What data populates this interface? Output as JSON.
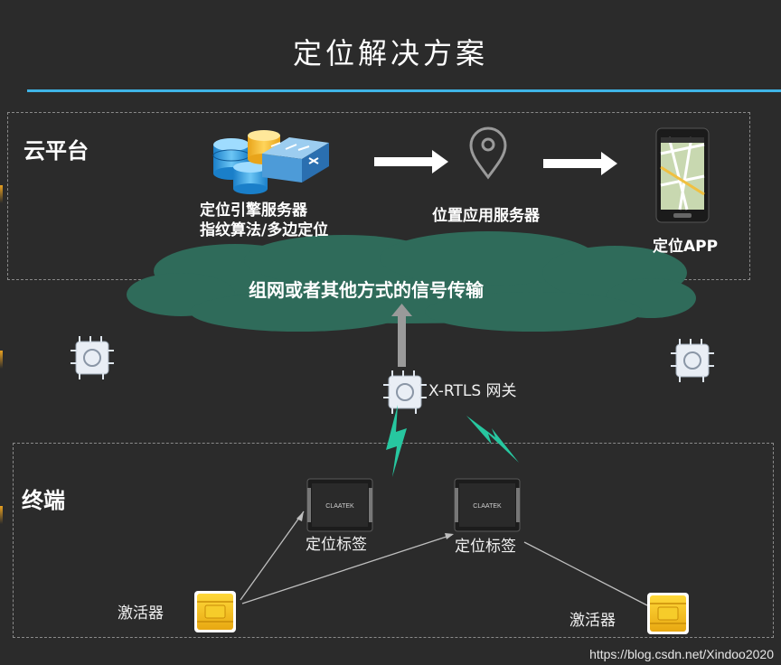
{
  "title": "定位解决方案",
  "cloud_section": {
    "label": "云平台",
    "engine_server": {
      "line1": "定位引擎服务器",
      "line2": "指纹算法/多边定位"
    },
    "app_server": "位置应用服务器",
    "app": "定位APP"
  },
  "cloud_network": "组网或者其他方式的信号传输",
  "gateway_label": "X-RTLS 网关",
  "terminal_section": {
    "label": "终端",
    "tag_label": "定位标签",
    "tag_brand": "CLAATEK",
    "activator_label": "激活器"
  },
  "watermark": "https://blog.csdn.net/Xindoo2020",
  "colors": {
    "accent_rule": "#3fb4e6",
    "cloud_fill": "#2f6b5a",
    "signal_bolt": "#27c7a0",
    "activator": "#f2c21a",
    "edge_orange": "#e8a020"
  },
  "icons": [
    "database-server-icon",
    "network-switch-icon",
    "location-pin-icon",
    "smartphone-map-icon",
    "gateway-device-icon",
    "location-tag-icon",
    "activator-icon",
    "signal-bolt-icon"
  ]
}
